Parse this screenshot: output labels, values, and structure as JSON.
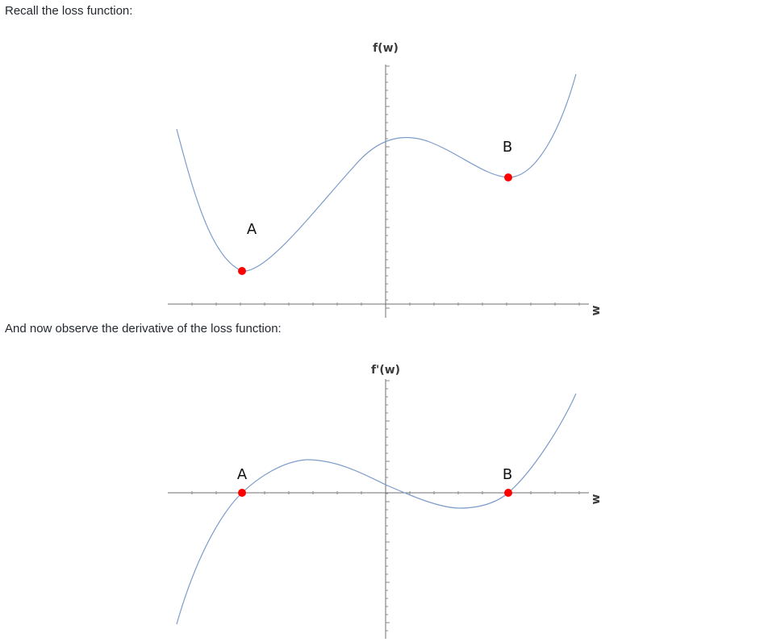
{
  "text": {
    "intro": "Recall the loss function:",
    "derivative_intro": "And now observe the derivative of the loss function:"
  },
  "chart_data": [
    {
      "type": "line",
      "title": "",
      "ylabel": "f(w)",
      "xlabel": "w",
      "grid": false,
      "series": [
        {
          "name": "",
          "color": "#7c9cc9"
        }
      ],
      "points": [
        {
          "label": "A",
          "description": "global minimum",
          "color": "#ff0000"
        },
        {
          "label": "B",
          "description": "local minimum",
          "color": "#ff0000"
        }
      ]
    },
    {
      "type": "line",
      "title": "",
      "ylabel": "f'(w)",
      "xlabel": "w",
      "grid": false,
      "series": [
        {
          "name": "",
          "color": "#7c9cc9"
        }
      ],
      "points": [
        {
          "label": "A",
          "description": "zero crossing at A",
          "color": "#ff0000"
        },
        {
          "label": "B",
          "description": "zero crossing at B",
          "color": "#ff0000"
        }
      ]
    }
  ]
}
